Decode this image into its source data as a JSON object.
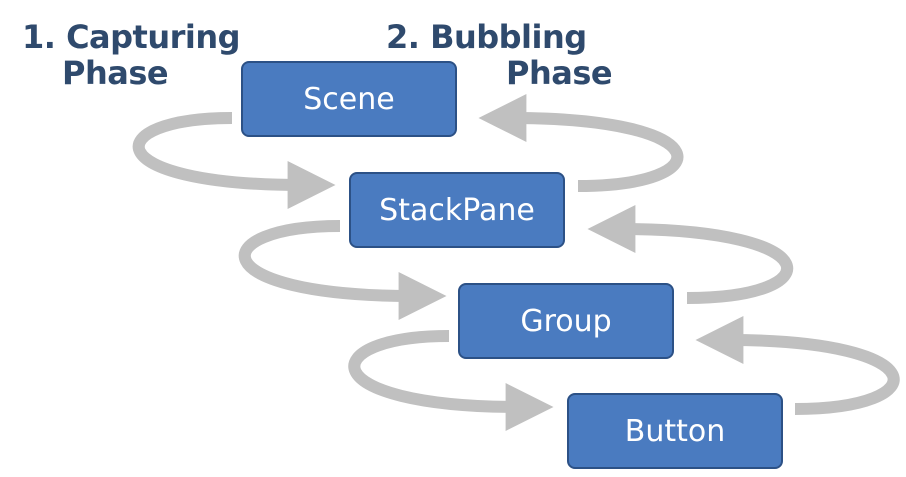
{
  "titles": {
    "capturing": {
      "line1": "1. Capturing",
      "line2": "Phase"
    },
    "bubbling": {
      "line1": "2. Bubbling",
      "line2": "Phase"
    }
  },
  "nodes": [
    {
      "id": "scene",
      "label": "Scene"
    },
    {
      "id": "stackpane",
      "label": "StackPane"
    },
    {
      "id": "group",
      "label": "Group"
    },
    {
      "id": "button",
      "label": "Button"
    }
  ],
  "colors": {
    "node_fill": "#4a7bc0",
    "node_border": "#2c5186",
    "node_text": "#ffffff",
    "title_text": "#2f4a6d",
    "arrow": "#c0c0c0"
  }
}
